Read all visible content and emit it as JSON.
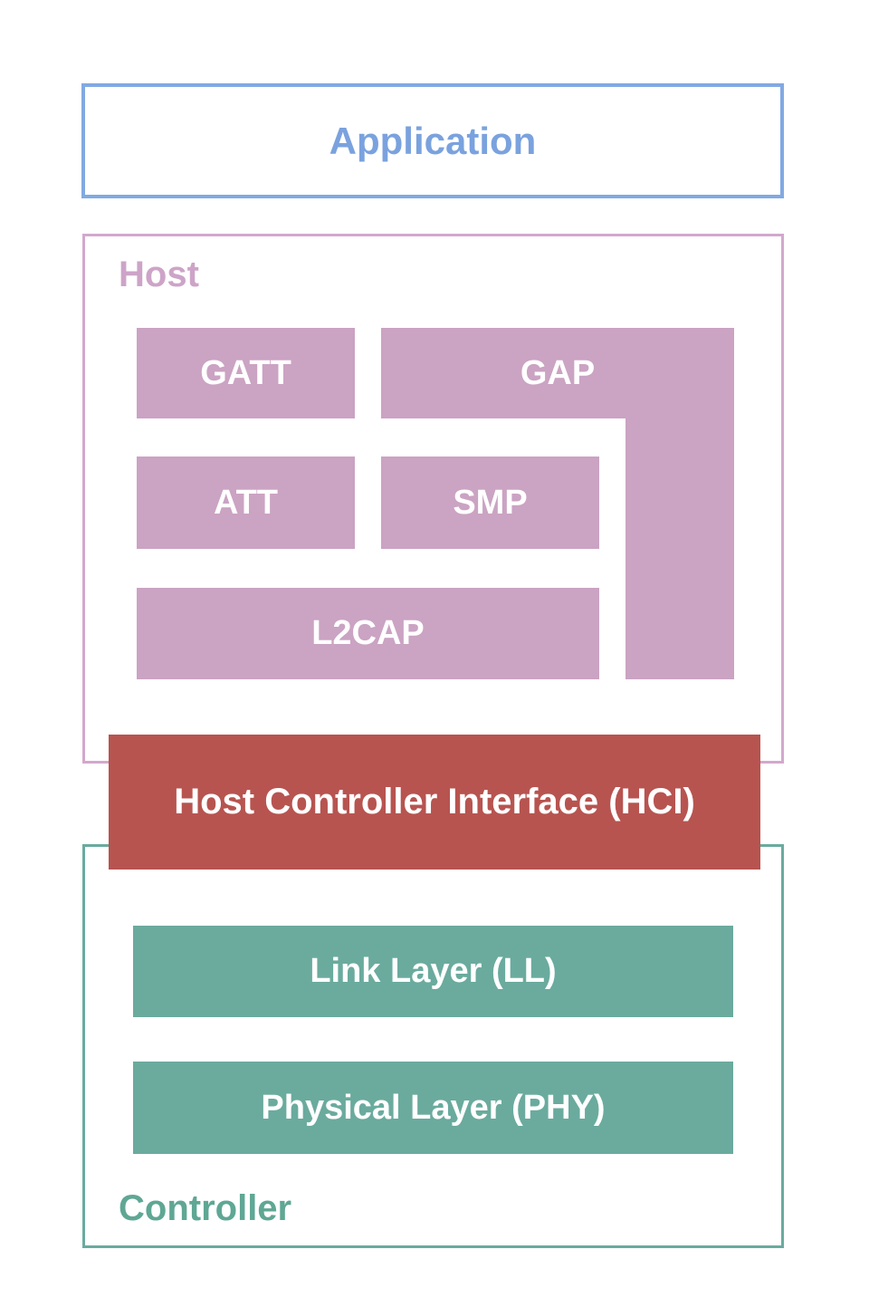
{
  "application": {
    "label": "Application"
  },
  "host": {
    "label": "Host",
    "blocks": {
      "gatt": "GATT",
      "gap": "GAP",
      "att": "ATT",
      "smp": "SMP",
      "l2cap": "L2CAP"
    }
  },
  "hci": {
    "label": "Host Controller Interface (HCI)"
  },
  "controller": {
    "label": "Controller",
    "blocks": {
      "ll": "Link Layer (LL)",
      "phy": "Physical Layer (PHY)"
    }
  },
  "colors": {
    "blue": "#7aa2de",
    "blue_border": "#82a9e2",
    "mauve": "#cba3c3",
    "pink_border": "#d2a8cd",
    "pink_label": "#cda4c8",
    "red": "#b75450",
    "teal": "#6aab9e",
    "teal_label": "#5fa794",
    "white": "#ffffff"
  }
}
